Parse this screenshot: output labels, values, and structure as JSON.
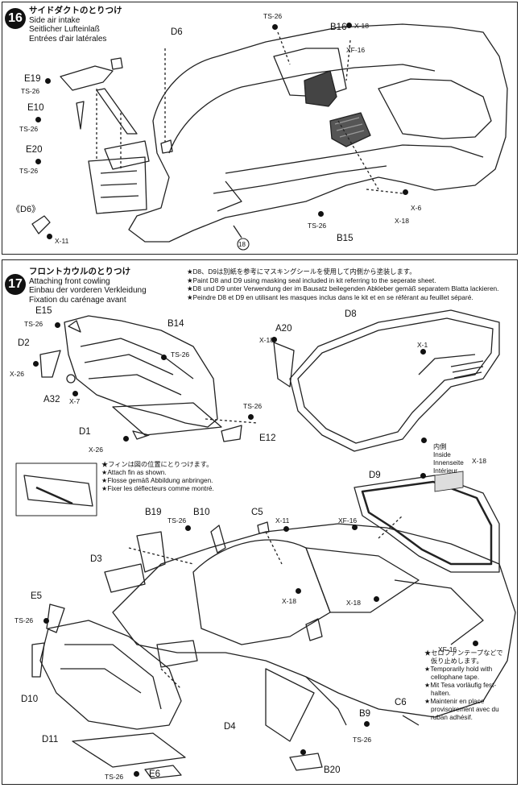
{
  "step16": {
    "number": "16",
    "title_jp": "サイドダクトのとりつけ",
    "title_en": "Side air intake",
    "title_de": "Seitlicher Lufteinlaß",
    "title_fr": "Entrées d'air latérales",
    "labels": {
      "d6": "D6",
      "e19": "E19",
      "e10": "E10",
      "e20": "E20",
      "ts26_a": "TS-26",
      "ts26_b": "TS-26",
      "ts26_c": "TS-26",
      "ts26_top": "TS-26",
      "ts26_bottom": "TS-26",
      "b16": "B16",
      "x18_top": "X-18",
      "xf16": "XF-16",
      "x6": "X-6",
      "x18_bottom": "X-18",
      "b15": "B15",
      "ref18": "18",
      "d6_inset": "《D6》",
      "x11": "X-11"
    }
  },
  "step17": {
    "number": "17",
    "title_jp": "フロントカウルのとりつけ",
    "title_en": "Attaching front cowling",
    "title_de": "Einbau der vorderen Verkleidung",
    "title_fr": "Fixation du carénage avant",
    "notes": [
      "★D8、D9は別紙を参考にマスキングシールを使用して内側から塗装します。",
      "★Paint D8 and D9 using masking seal included in kit referring to the seperate sheet.",
      "★D8 und D9 unter Verwendung der im Bausatz beilegenden Abkleber gemäß separatem Blatta lackieren.",
      "★Peindre D8 et D9 en utilisant les masques inclus dans le kit et en se référant au feuillet séparé."
    ],
    "fin_note": [
      "★フィンは図の位置にとりつけます。",
      "★Attach fin as shown.",
      "★Flosse gemäß Abbildung anbringen.",
      "★Fixer les déflecteurs comme montré."
    ],
    "inside_note": [
      "内側",
      "Inside",
      "Innenseite",
      "Intérieur"
    ],
    "tape_note": [
      "★セロファンテープなどで",
      "仮り止めします。",
      "★Temporarily hold with",
      "cellophane tape.",
      "★Mit Tesa vorläufig fest-",
      "halten.",
      "★Maintenir en place",
      "provisoirement avec du",
      "ruban adhésif."
    ],
    "labels": {
      "e15": "E15",
      "ts26_e15": "TS-26",
      "d2": "D2",
      "x26_d2": "X-26",
      "a32": "A32",
      "x7": "X-7",
      "b14": "B14",
      "ts26_b14": "TS-26",
      "d1": "D1",
      "x26_d1": "X-26",
      "ts26_e12": "TS-26",
      "e12": "E12",
      "a20": "A20",
      "x18_a20": "X-18",
      "d8": "D8",
      "x1": "X-1",
      "x18_inside": "X-18",
      "d9": "D9",
      "b19": "B19",
      "ts26_b10": "TS-26",
      "b10": "B10",
      "c5": "C5",
      "x11": "X-11",
      "xf16": "XF-16",
      "d3": "D3",
      "x18_mid": "X-18",
      "x18_right": "X-18",
      "e5": "E5",
      "ts26_e5": "TS-26",
      "d10": "D10",
      "xf16_right": "XF-16",
      "d4": "D4",
      "c6": "C6",
      "b9": "B9",
      "ts26_b9": "TS-26",
      "d11": "D11",
      "ts26_e6": "TS-26",
      "e6": "E6",
      "b20": "B20"
    }
  }
}
